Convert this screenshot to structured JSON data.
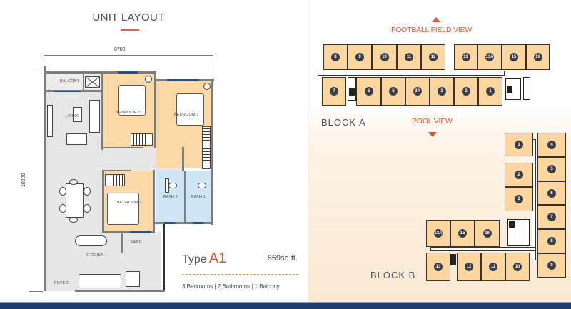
{
  "unit_layout": {
    "title": "UNIT LAYOUT",
    "dimensions": {
      "width": "8700",
      "height": "10200"
    },
    "rooms": {
      "balcony": "BALCONY",
      "living": "LIVING",
      "bedroom2": "BEDROOM 2",
      "bedroom1": "BEDROOM 1",
      "bedroom3": "BEDROOM 3",
      "bath2": "BATH 2",
      "bath1": "BATH 1",
      "kitchen": "KITCHEN",
      "yard": "YARD",
      "foyer": "FOYER"
    },
    "type_label": "Type",
    "type_code": "A1",
    "area": "859sq.ft.",
    "specs": "3 Bedrooms | 2 Bathrooms | 1 Balcony"
  },
  "site_plan": {
    "top_view_label": "FOOTBALL FIELD VIEW",
    "bottom_view_label": "POOL VIEW",
    "block_a": {
      "label": "BLOCK  A",
      "top_row": [
        "8",
        "9",
        "10",
        "11",
        "12",
        "13",
        "13A",
        "15",
        "16"
      ],
      "bottom_row": [
        "7",
        "6",
        "5",
        "3A",
        "3",
        "2",
        "1"
      ]
    },
    "block_b": {
      "label": "BLOCK  B",
      "left_column": [
        "1",
        "2",
        "3"
      ],
      "right_column": [
        "4",
        "5",
        "6",
        "7",
        "8",
        "9"
      ],
      "wing_top_row": [
        "13A",
        "15",
        "16"
      ],
      "wing_bottom_row": [
        "13",
        "12",
        "11",
        "10"
      ]
    }
  },
  "colors": {
    "accent": "#e0552d",
    "unit_fill": "#fbd6a0",
    "bedroom_fill": "#fbd9a6",
    "bath_fill": "#cfe6f7",
    "footer_bar": "#1f3d6b"
  }
}
